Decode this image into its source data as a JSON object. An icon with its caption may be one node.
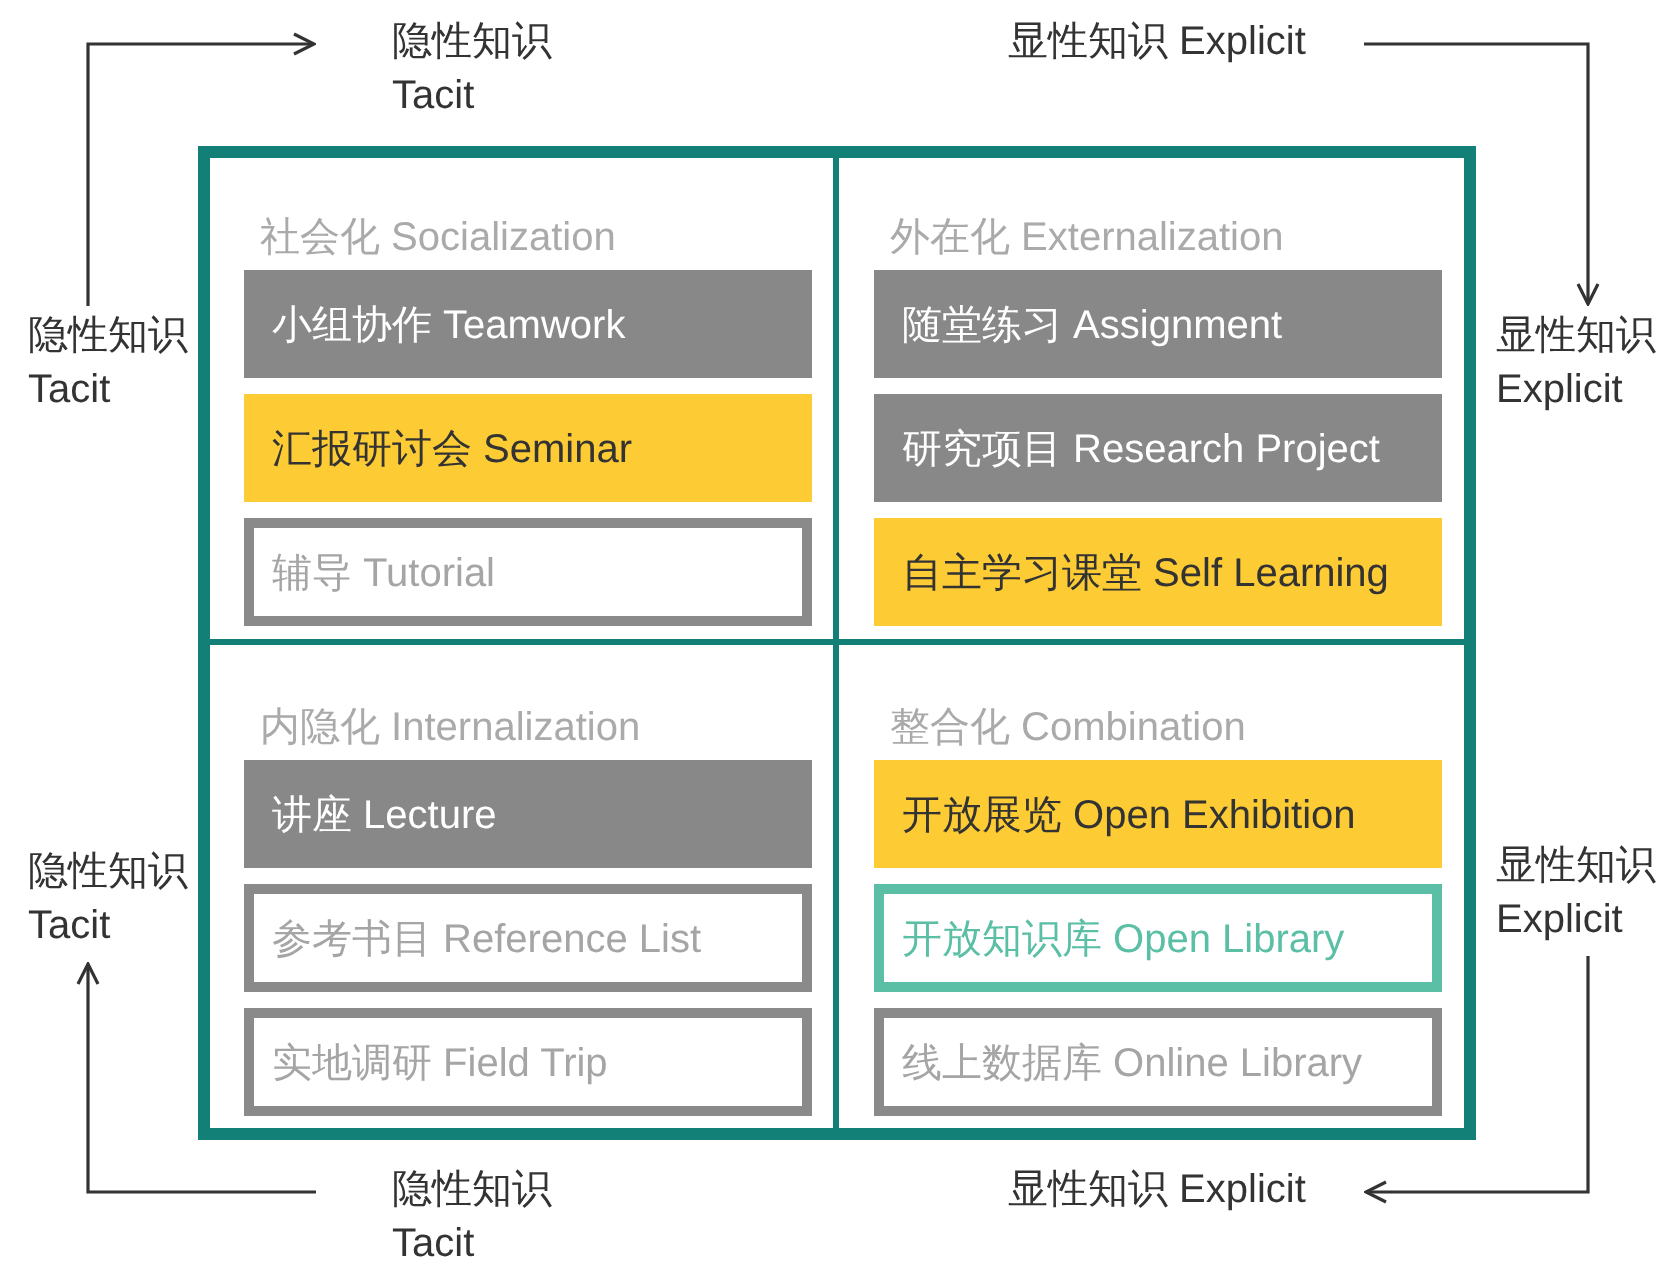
{
  "diagram": {
    "nodes": [
      {
        "text": [
          "隐性知识 Tacit"
        ]
      },
      {
        "text": [
          "显性知识 Explicit"
        ]
      },
      {
        "text": [
          "隐性知识 Tacit"
        ]
      },
      {
        "text": [
          "显性知识 Explicit"
        ]
      },
      {
        "text": [
          "社会化 Socialization"
        ]
      },
      {
        "text": [
          "小组协作 Teamwork"
        ],
        "in": 4
      },
      {
        "text": [
          "汇报研讨会 Seminar"
        ],
        "in": 4
      },
      {
        "text": [
          "辅导 Tutorial"
        ],
        "in": 4
      },
      {
        "text": [
          "外在化 Externalization"
        ]
      },
      {
        "text": [
          "随堂练习 Assignment"
        ],
        "in": 8
      },
      {
        "text": [
          "研究项目 Research Project"
        ],
        "in": 8
      },
      {
        "text": [
          "自主学习课堂 Self Learning"
        ],
        "in": 8
      },
      {
        "text": [
          "隐性知识 Tacit"
        ]
      },
      {
        "text": [
          "显性知识 Explicit"
        ]
      },
      {
        "text": [
          "内隐化 Internalization"
        ]
      },
      {
        "text": [
          "讲座 Lecture"
        ],
        "in": 14
      },
      {
        "text": [
          "参考书目 Reference List"
        ],
        "in": 14
      },
      {
        "text": [
          "实地调研 Field Trip"
        ],
        "in": 14
      },
      {
        "text": [
          "整合化 Combination"
        ]
      },
      {
        "text": [
          "开放展览 Open Exhibition"
        ],
        "in": 18
      },
      {
        "text": [
          "开放知识库 Open Library"
        ],
        "in": 18
      },
      {
        "text": [
          "线上数据库 Online Library"
        ],
        "in": 18
      },
      {
        "text": [
          "隐性知识 Tacit"
        ]
      },
      {
        "text": [
          "显性知识 Explicit"
        ]
      }
    ],
    "edges": [
      {
        "from": 2,
        "to": 0,
        "arrow": "to"
      },
      {
        "from": 1,
        "to": 3,
        "arrow": "to"
      },
      {
        "from": 13,
        "to": 23,
        "arrow": "to"
      },
      {
        "from": 22,
        "to": 12,
        "arrow": "to"
      }
    ]
  }
}
